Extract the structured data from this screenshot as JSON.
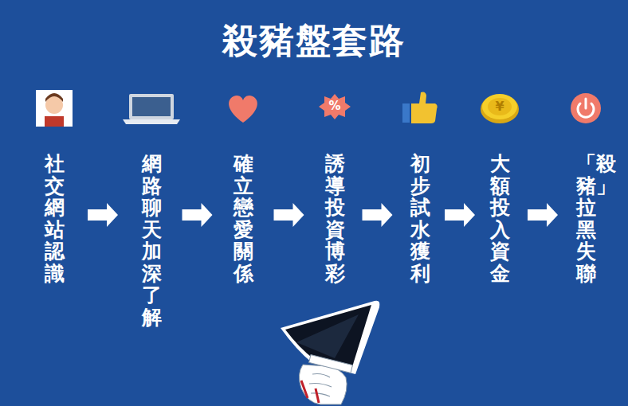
{
  "diagram": {
    "title": "殺豬盤套路",
    "nodes": [
      {
        "text": [
          "社交網站認識"
        ]
      },
      {
        "text": [
          "網路聊天加深了解"
        ]
      },
      {
        "text": [
          "確立戀愛關係"
        ]
      },
      {
        "text": [
          "誘導投資博彩"
        ]
      },
      {
        "text": [
          "初步試水獲利"
        ]
      },
      {
        "text": [
          "大額投入資金"
        ]
      },
      {
        "text": [
          "「殺豬」拉黑失聯"
        ]
      }
    ],
    "edges": [
      {
        "from": 0,
        "to": 1,
        "arrow": "to"
      },
      {
        "from": 1,
        "to": 2,
        "arrow": "to"
      },
      {
        "from": 2,
        "to": 3,
        "arrow": "to"
      },
      {
        "from": 3,
        "to": 4,
        "arrow": "to"
      },
      {
        "from": 4,
        "to": 5,
        "arrow": "to"
      },
      {
        "from": 5,
        "to": 6,
        "arrow": "to"
      }
    ],
    "labels": [
      "%",
      "¥"
    ]
  }
}
